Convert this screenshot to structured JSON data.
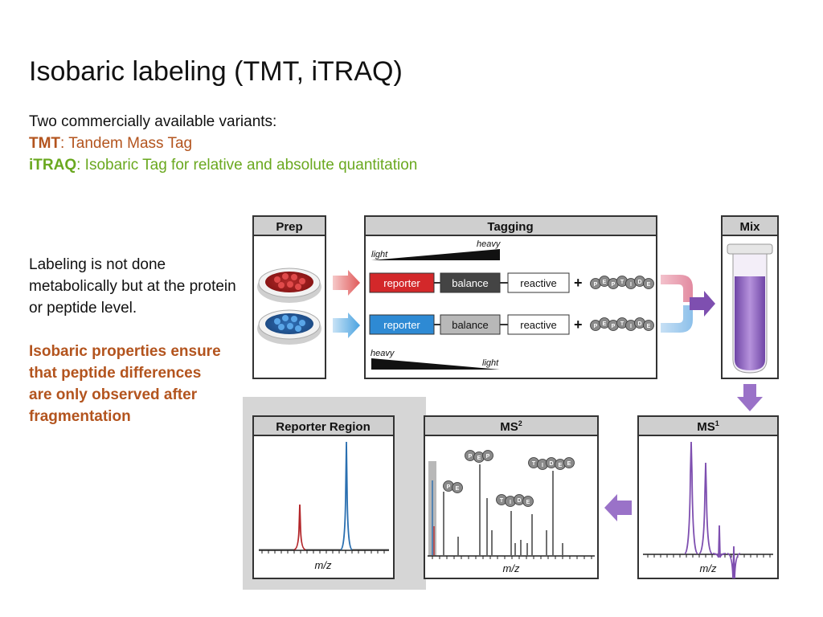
{
  "slide": {
    "title": "Isobaric labeling (TMT, iTRAQ)",
    "intro": "Two commercially available variants:",
    "tmt_abbr": "TMT",
    "tmt_desc": ": Tandem Mass Tag",
    "itraq_abbr": "iTRAQ",
    "itraq_desc": ": Isobaric Tag for relative and absolute quantitation",
    "note": "Labeling is not done metabolically but at the protein or peptide level.",
    "emphasis": "Isobaric properties ensure that peptide differences are only observed after fragmentation"
  },
  "diagram": {
    "prep": {
      "header": "Prep"
    },
    "tagging": {
      "header": "Tagging",
      "light": "light",
      "heavy": "heavy",
      "reporter": "reporter",
      "balance": "balance",
      "reactive": "reactive",
      "plus": "+",
      "peptide_letters": [
        "P",
        "E",
        "P",
        "T",
        "I",
        "D",
        "E"
      ]
    },
    "mix": {
      "header": "Mix"
    },
    "reporter_region": {
      "header": "Reporter Region",
      "xlabel": "m/z"
    },
    "ms2": {
      "header": "MS",
      "sup": "2",
      "xlabel": "m/z"
    },
    "ms1": {
      "header": "MS",
      "sup": "1",
      "xlabel": "m/z"
    },
    "colors": {
      "red": "#d3282a",
      "blue": "#2e8ad4",
      "purple": "#7e4fb0",
      "dark": "#444444",
      "grey": "#b8b8b8"
    }
  }
}
